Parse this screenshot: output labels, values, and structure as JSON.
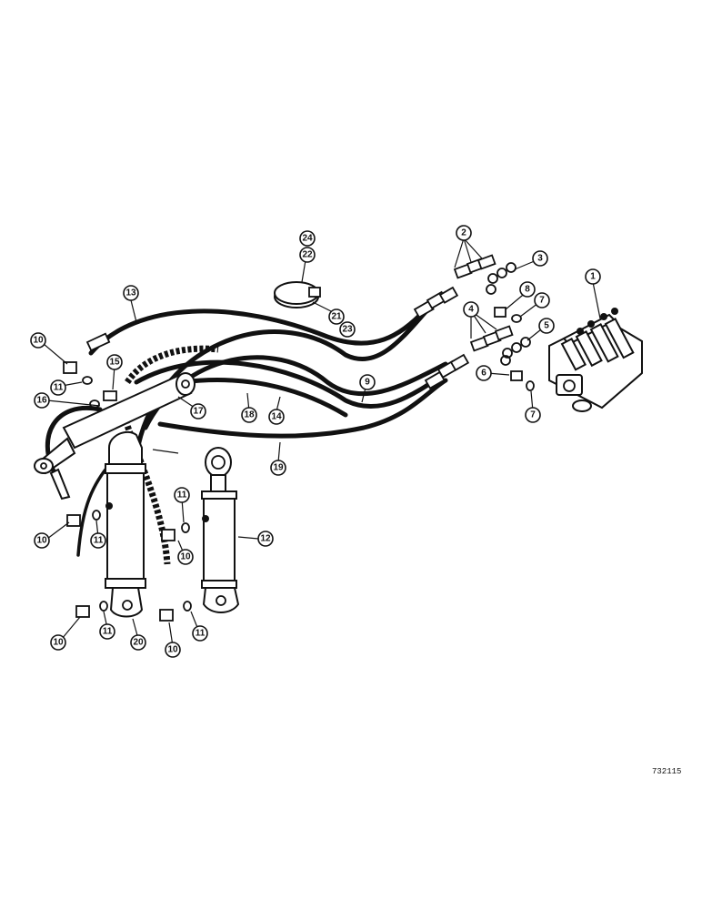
{
  "callouts": [
    "1",
    "2",
    "3",
    "4",
    "5",
    "6",
    "7",
    "7",
    "8",
    "9",
    "10",
    "10",
    "10",
    "10",
    "10",
    "11",
    "11",
    "11",
    "11",
    "11",
    "12",
    "13",
    "14",
    "15",
    "16",
    "17",
    "18",
    "19",
    "20",
    "21",
    "22",
    "23",
    "24"
  ],
  "labels": {
    "c1": "1",
    "c2": "2",
    "c3": "3",
    "c4": "4",
    "c5": "5",
    "c6": "6",
    "c7a": "7",
    "c7b": "7",
    "c8": "8",
    "c9": "9",
    "c10a": "10",
    "c10b": "10",
    "c10c": "10",
    "c10d": "10",
    "c10e": "10",
    "c11a": "11",
    "c11b": "11",
    "c11c": "11",
    "c11d": "11",
    "c11e": "11",
    "c12": "12",
    "c13": "13",
    "c14": "14",
    "c15": "15",
    "c16": "16",
    "c17": "17",
    "c18": "18",
    "c19": "19",
    "c20": "20",
    "c21": "21",
    "c22": "22",
    "c23": "23",
    "c24": "24"
  },
  "figure_code": "732115"
}
